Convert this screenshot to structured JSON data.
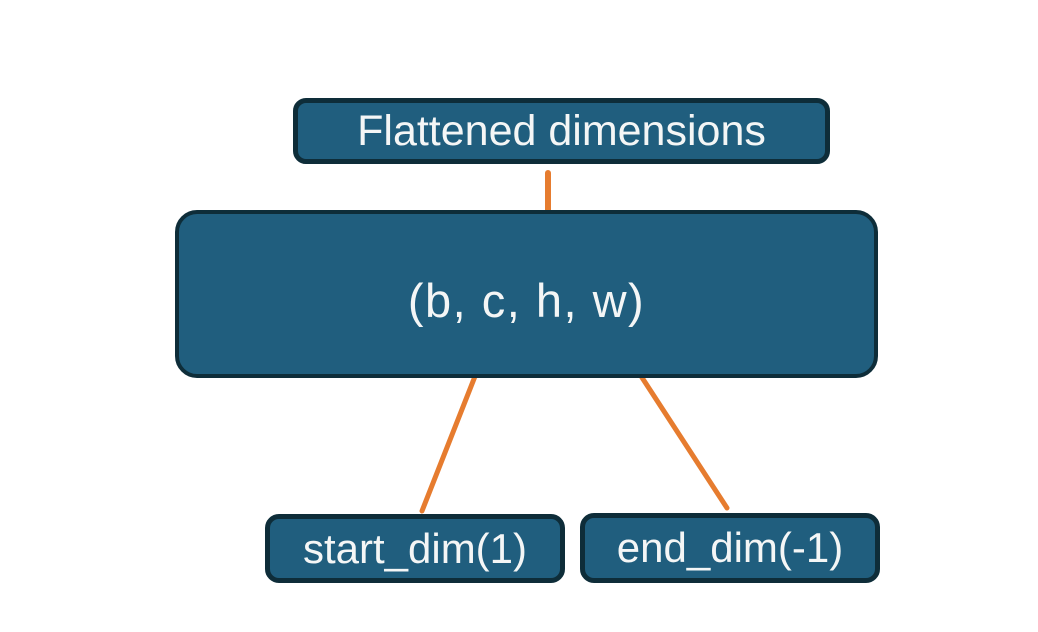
{
  "colors": {
    "background": "#ffffff",
    "box_fill": "#205e7e",
    "box_border": "#0e2d39",
    "label_color": "#f4f6f6",
    "accent": "#e67c2f"
  },
  "nodes": {
    "flattened": {
      "label": "Flattened dimensions"
    },
    "tensor": {
      "label": "(b, c, h, w)"
    },
    "start_dim": {
      "label": "start_dim(1)"
    },
    "end_dim": {
      "label": "end_dim(-1)"
    }
  },
  "connectors": {
    "brace": "range-brace",
    "left_arrow": "start-dim-arrow",
    "right_arrow": "end-dim-arrow"
  }
}
